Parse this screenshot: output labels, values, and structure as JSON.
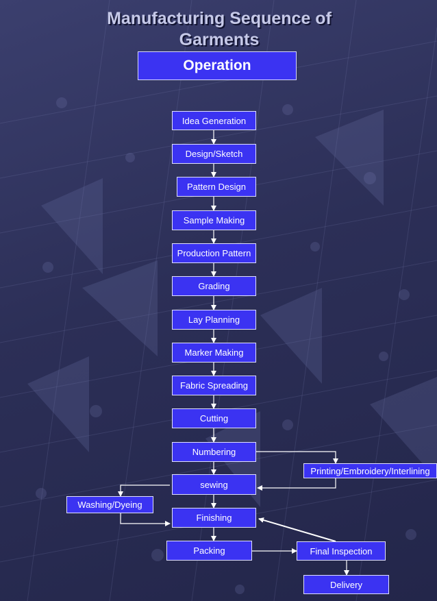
{
  "title": "Manufacturing Sequence of Garments",
  "header": "Operation",
  "steps": {
    "idea_generation": "Idea Generation",
    "design_sketch": "Design/Sketch",
    "pattern_design": "Pattern Design",
    "sample_making": "Sample Making",
    "production_pattern": "Production Pattern",
    "grading": "Grading",
    "lay_planning": "Lay Planning",
    "marker_making": "Marker Making",
    "fabric_spreading": "Fabric Spreading",
    "cutting": "Cutting",
    "numbering": "Numbering",
    "sewing": "sewing",
    "finishing": "Finishing",
    "packing": "Packing"
  },
  "side_steps": {
    "printing": "Printing/Embroidery/Interlining",
    "washing": "Washing/Dyeing",
    "final_inspection": "Final Inspection",
    "delivery": "Delivery"
  },
  "colors": {
    "box_fill": "#3b33f2",
    "box_border": "#e0e0ff",
    "connector": "#ffffff",
    "title_text": "#c6c9e8"
  }
}
